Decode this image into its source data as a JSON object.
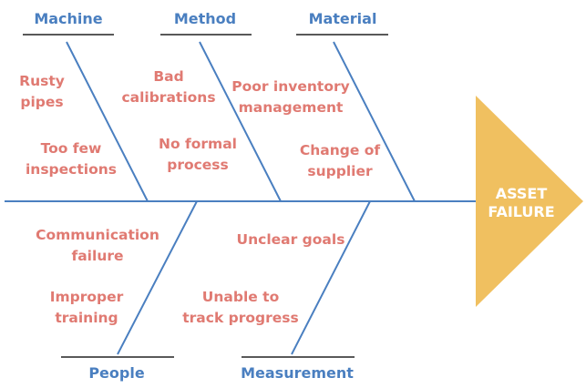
{
  "effect": {
    "lines": [
      "ASSET",
      "FAILURE"
    ],
    "color": "#f0c060"
  },
  "categories": {
    "machine": "Machine",
    "method": "Method",
    "material": "Material",
    "people": "People",
    "measurement": "Measurement"
  },
  "causes": {
    "rusty_pipes": [
      "Rusty",
      "pipes"
    ],
    "too_few_inspections": [
      "Too few",
      "inspections"
    ],
    "bad_calibrations": [
      "Bad",
      "calibrations"
    ],
    "no_formal_process": [
      "No formal",
      "process"
    ],
    "poor_inventory": [
      "Poor inventory",
      "management"
    ],
    "change_supplier": [
      "Change of",
      "supplier"
    ],
    "communication_failure": [
      "Communication",
      "failure"
    ],
    "improper_training": [
      "Improper",
      "training"
    ],
    "unclear_goals": [
      "Unclear goals"
    ],
    "unable_track": [
      "Unable to",
      "track progress"
    ]
  },
  "colors": {
    "category": "#4a7fc0",
    "cause": "#e07a72",
    "arrow": "#f0c060"
  }
}
